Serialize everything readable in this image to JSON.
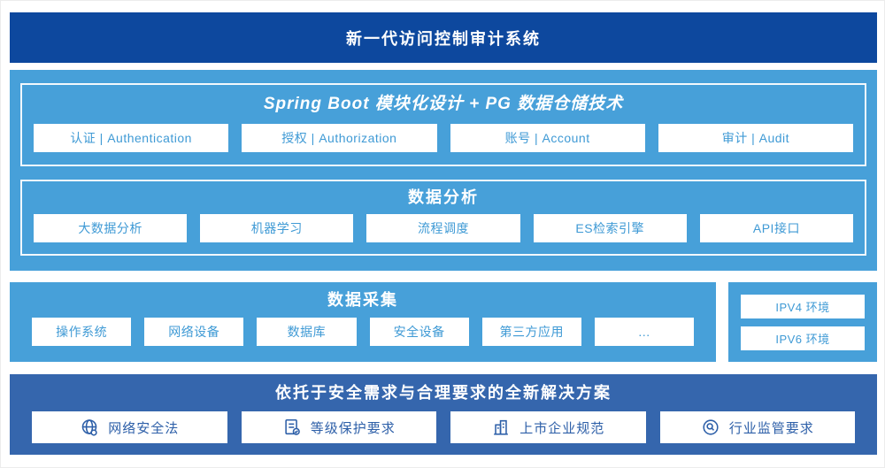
{
  "colors": {
    "navy": "#0d489e",
    "light_blue": "#47a0d9",
    "medium_blue": "#3566ad",
    "chip_text_blue": "#3f9ad5",
    "solution_text_blue": "#2d5fa8",
    "white": "#ffffff"
  },
  "header": {
    "title": "新一代访问控制审计系统"
  },
  "platform": {
    "spring_boot": {
      "title": "Spring Boot 模块化设计 + PG 数据仓储技术",
      "modules": [
        "认证 | Authentication",
        "授权 | Authorization",
        "账号 | Account",
        "审计 | Audit"
      ]
    },
    "data_analysis": {
      "title": "数据分析",
      "modules": [
        "大数据分析",
        "机器学习",
        "流程调度",
        "ES检索引擎",
        "API接口"
      ]
    }
  },
  "data_collection": {
    "title": "数据采集",
    "modules": [
      "操作系统",
      "网络设备",
      "数据库",
      "安全设备",
      "第三方应用",
      "…"
    ]
  },
  "network_env": {
    "items": [
      "IPV4 环境",
      "IPV6 环境"
    ]
  },
  "solution": {
    "title": "依托于安全需求与合理要求的全新解决方案",
    "items": [
      {
        "icon": "globe-icon",
        "label": "网络安全法"
      },
      {
        "icon": "document-check-icon",
        "label": "等级保护要求"
      },
      {
        "icon": "building-icon",
        "label": "上市企业规范"
      },
      {
        "icon": "badge-search-icon",
        "label": "行业监管要求"
      }
    ]
  }
}
